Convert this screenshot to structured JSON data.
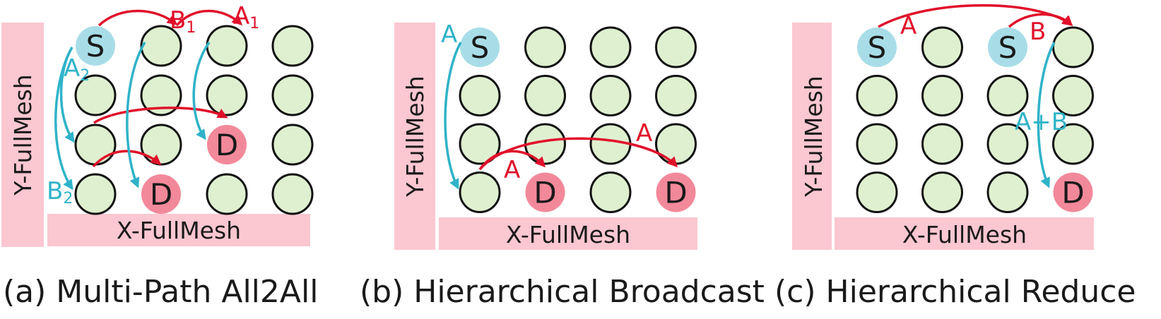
{
  "colors": {
    "node_fill": "#dff0d0",
    "node_src": "#a8dde8",
    "node_dst": "#f2899a",
    "band": "#fbc7d0",
    "red": "#e0102a",
    "teal": "#2fb3c8",
    "stroke": "#111111"
  },
  "panels": [
    {
      "id": "a",
      "caption": "(a) Multi-Path All2All",
      "x_label": "X-FullMesh",
      "y_label": "Y-FullMesh",
      "special": [
        {
          "row": 0,
          "col": 0,
          "kind": "src",
          "text": "S"
        },
        {
          "row": 2,
          "col": 2,
          "kind": "dst",
          "text": "D"
        },
        {
          "row": 3,
          "col": 1,
          "kind": "dst",
          "text": "D"
        }
      ],
      "labels": [
        {
          "main": "B",
          "sub": "1",
          "color": "red"
        },
        {
          "main": "A",
          "sub": "1",
          "color": "red"
        },
        {
          "main": "A",
          "sub": "2",
          "color": "teal"
        },
        {
          "main": "B",
          "sub": "2",
          "color": "teal"
        }
      ]
    },
    {
      "id": "b",
      "caption": "(b) Hierarchical Broadcast",
      "x_label": "X-FullMesh",
      "y_label": "Y-FullMesh",
      "special": [
        {
          "row": 0,
          "col": 0,
          "kind": "src",
          "text": "S"
        },
        {
          "row": 3,
          "col": 1,
          "kind": "dst",
          "text": "D"
        },
        {
          "row": 3,
          "col": 3,
          "kind": "dst",
          "text": "D"
        }
      ],
      "labels": [
        {
          "main": "A",
          "sub": "",
          "color": "teal"
        },
        {
          "main": "A",
          "sub": "",
          "color": "red"
        },
        {
          "main": "A",
          "sub": "",
          "color": "red"
        }
      ]
    },
    {
      "id": "c",
      "caption": "(c) Hierarchical Reduce",
      "x_label": "X-FullMesh",
      "y_label": "Y-FullMesh",
      "special": [
        {
          "row": 0,
          "col": 0,
          "kind": "src",
          "text": "S"
        },
        {
          "row": 0,
          "col": 2,
          "kind": "src",
          "text": "S"
        },
        {
          "row": 3,
          "col": 3,
          "kind": "dst",
          "text": "D"
        }
      ],
      "labels": [
        {
          "main": "A",
          "sub": "",
          "color": "red"
        },
        {
          "main": "B",
          "sub": "",
          "color": "red"
        },
        {
          "main": "A+B",
          "sub": "",
          "color": "teal"
        }
      ]
    }
  ]
}
